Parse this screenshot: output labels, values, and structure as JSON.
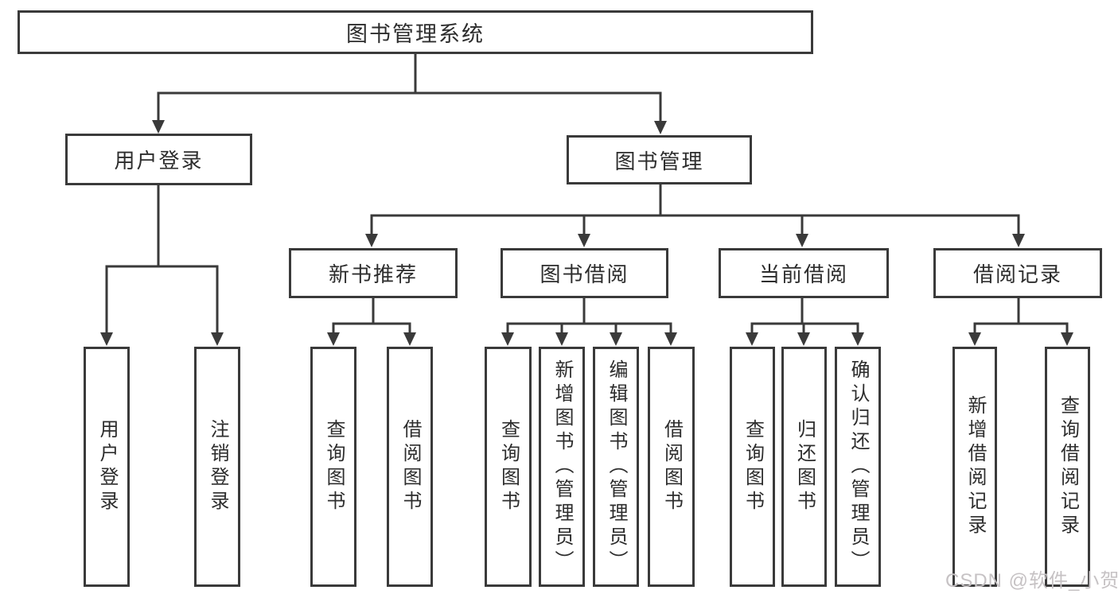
{
  "title": "图书管理系统",
  "watermark": "CSDN @软件_小贺同学",
  "colors": {
    "line": "#3a3a3a",
    "text": "#2d2d2d",
    "node-bg": "#ffffff",
    "watermark": "#c6c2c4",
    "bg": "#ffffff"
  },
  "tree": {
    "root": {
      "label": "图书管理系统",
      "children": [
        {
          "label": "用户登录",
          "children": [
            {
              "label": "用户登录"
            },
            {
              "label": "注销登录"
            }
          ]
        },
        {
          "label": "图书管理",
          "children": [
            {
              "label": "新书推荐",
              "children": [
                {
                  "label": "查询图书"
                },
                {
                  "label": "借阅图书"
                }
              ]
            },
            {
              "label": "图书借阅",
              "children": [
                {
                  "label": "查询图书"
                },
                {
                  "label": "新增图书（管理员）"
                },
                {
                  "label": "编辑图书（管理员）"
                },
                {
                  "label": "借阅图书"
                }
              ]
            },
            {
              "label": "当前借阅",
              "children": [
                {
                  "label": "查询图书"
                },
                {
                  "label": "归还图书"
                },
                {
                  "label": "确认归还（管理员）"
                }
              ]
            },
            {
              "label": "借阅记录",
              "children": [
                {
                  "label": "新增借阅记录"
                },
                {
                  "label": "查询借阅记录"
                }
              ]
            }
          ]
        }
      ]
    }
  }
}
